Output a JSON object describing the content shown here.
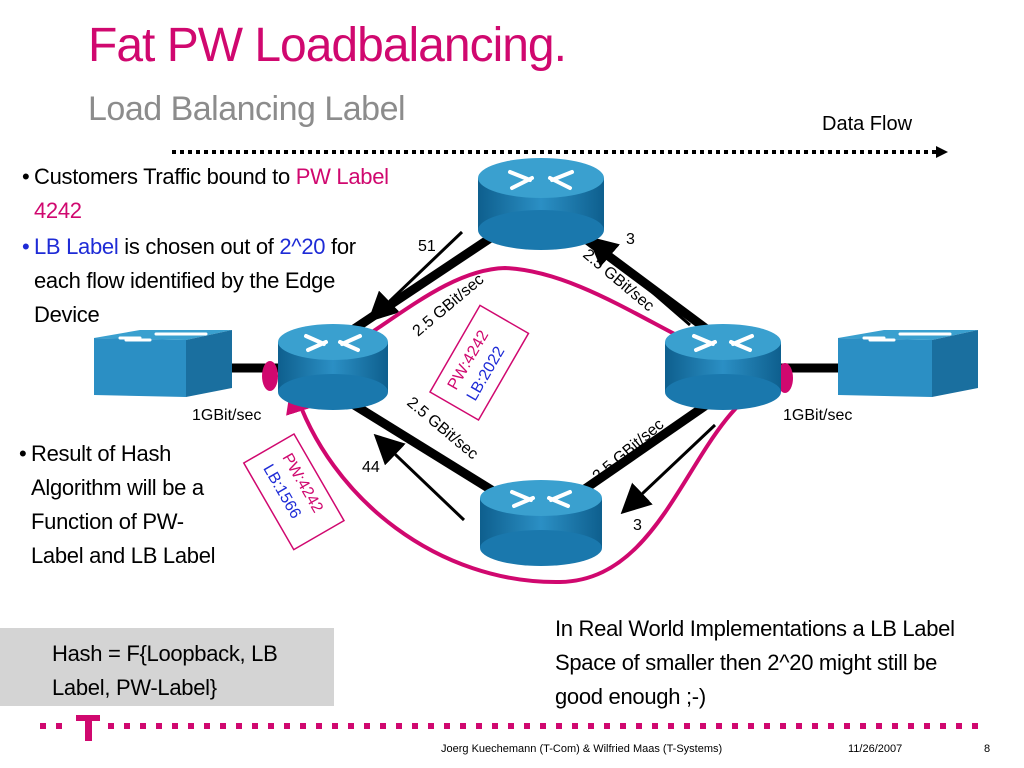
{
  "slide": {
    "title": "Fat PW Loadbalancing.",
    "subtitle": "Load Balancing Label",
    "data_flow_label": "Data Flow"
  },
  "bullets_top": [
    {
      "parts": [
        {
          "text": "Customers Traffic bound to ",
          "color": "black"
        },
        {
          "text": "PW Label",
          "color": "magenta"
        }
      ],
      "line2": "4242"
    },
    {
      "parts": [
        {
          "text": "LB Label",
          "color": "blue"
        },
        {
          "text": " is chosen out of ",
          "color": "black"
        },
        {
          "text": "2^20",
          "color": "blue"
        },
        {
          "text": " for",
          "color": "black"
        }
      ],
      "line2": "each flow identified by the Edge",
      "line3": "Device"
    }
  ],
  "bullet_bottom": {
    "lines": [
      "Result of Hash",
      "Algorithm will be a",
      "Function of PW-",
      "Label and LB Label"
    ]
  },
  "hash_box": {
    "line1": "Hash = F{Loopback, LB",
    "line2": "Label, PW-Label}"
  },
  "note": {
    "line1": "In Real World Implementations a LB Label",
    "line2": "Space of smaller then 2^20 might still be",
    "line3": "good enough ;-)"
  },
  "diagram": {
    "link_speeds": {
      "left_access": "1GBit/sec",
      "right_access": "1GBit/sec",
      "core_top_left": "2.5 GBit/sec",
      "core_top_right": "2.5 GBit/sec",
      "core_bottom_left": "2.5 GBit/sec",
      "core_bottom_right": "2.5 GBit/sec"
    },
    "link_labels": {
      "top_left": "51",
      "top_right": "3",
      "bottom_left": "44",
      "bottom_right": "3"
    },
    "label_boxes": [
      {
        "pw": "PW:4242",
        "lb": "LB:2022"
      },
      {
        "pw": "PW:4242",
        "lb": "LB:1566"
      }
    ],
    "colors": {
      "accent": "#d0086f",
      "label_blue": "#1e2bd6",
      "router_top": "#3aa0cf",
      "router_body": "#1a78ad"
    },
    "icons": [
      "router-icon",
      "switch-icon",
      "dotted-arrow-icon"
    ]
  },
  "footer": {
    "author": "Joerg Kuechemann (T-Com) & Wilfried Maas (T-Systems)",
    "date": "11/26/2007",
    "page": "8",
    "logo_text": "T"
  }
}
